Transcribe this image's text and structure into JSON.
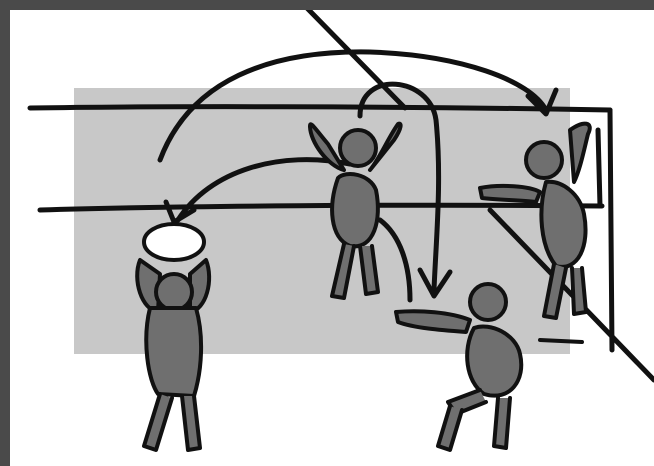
{
  "illustration": {
    "subject": "volleyball-play-sketch",
    "colors": {
      "frame": "#4a4a4a",
      "paper": "#ffffff",
      "court_panel": "#c8c8c8",
      "figure_fill": "#6f6f6f",
      "ink": "#111111",
      "ball": "#ffffff"
    },
    "elements": [
      "court-panel",
      "net",
      "left-player",
      "center-player",
      "right-player",
      "bottom-player",
      "ball",
      "trajectory-arrows"
    ]
  }
}
